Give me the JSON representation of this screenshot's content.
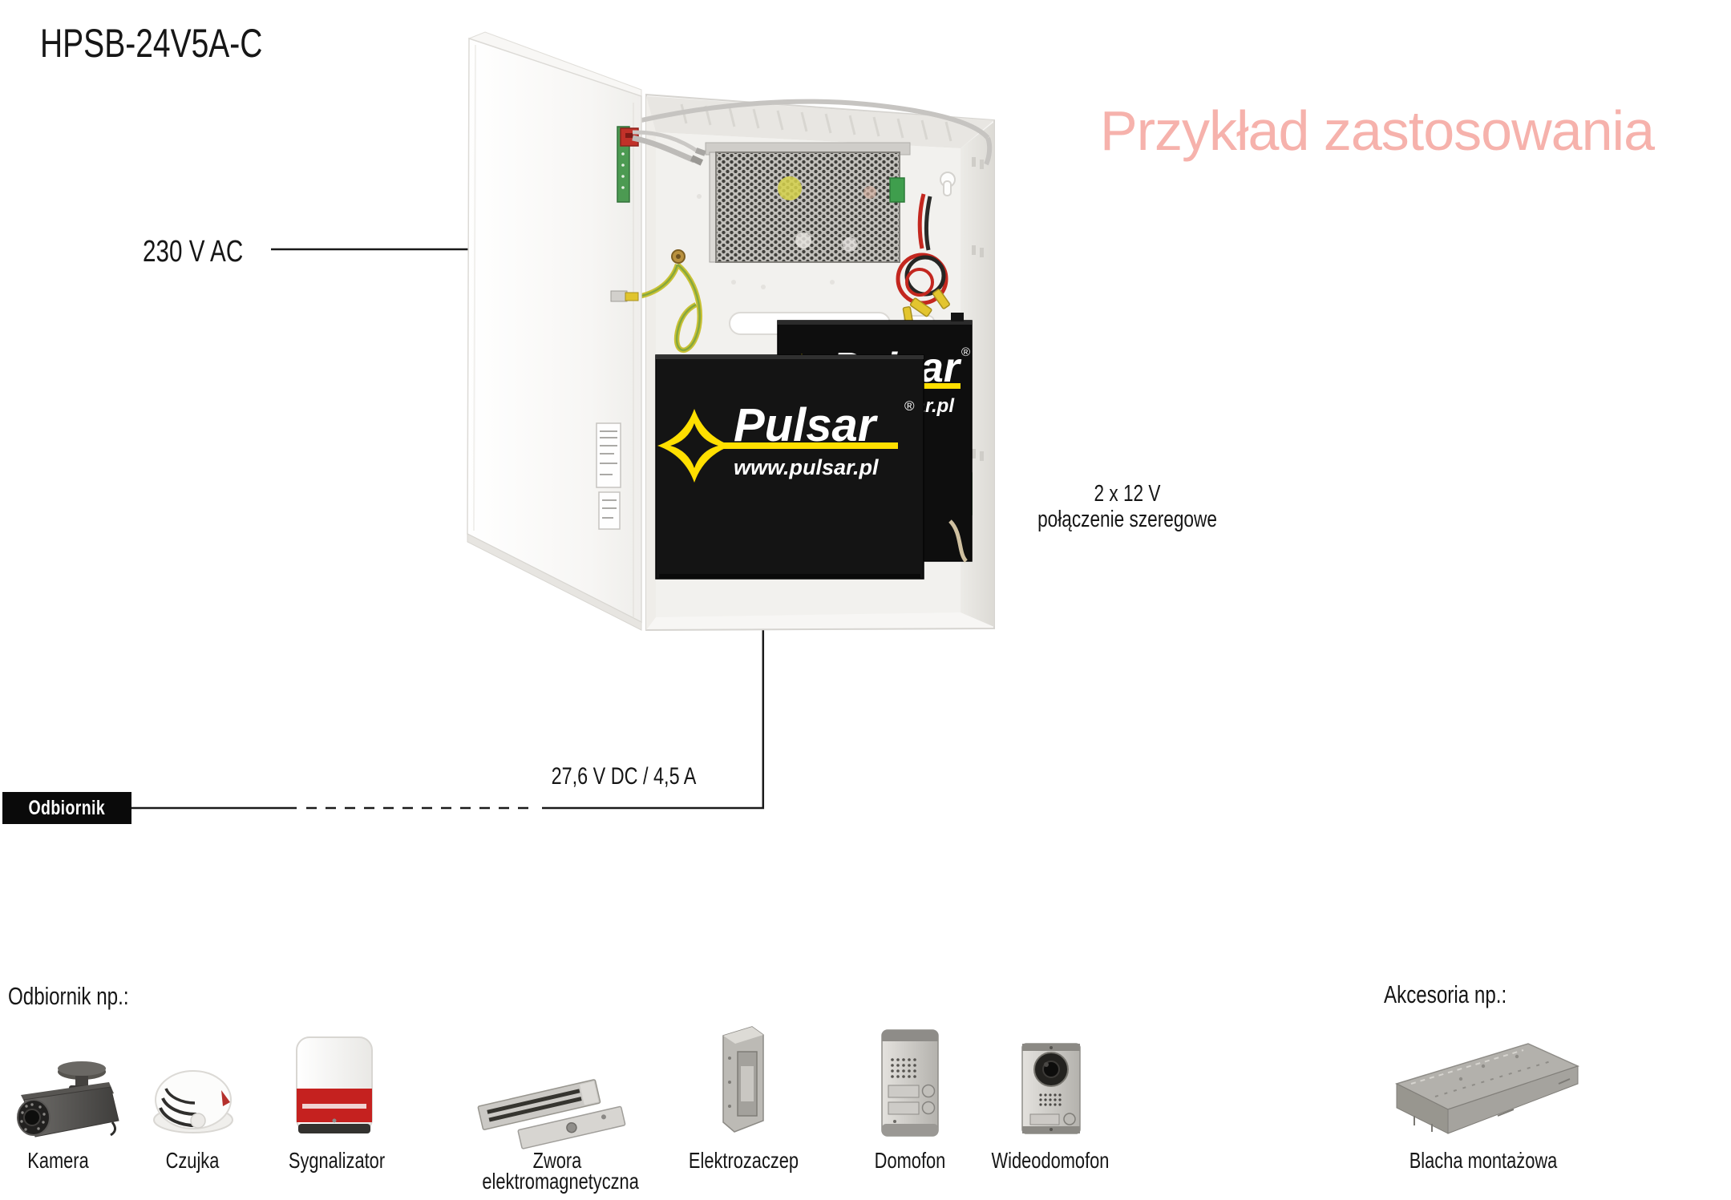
{
  "page": {
    "title": "HPSB-24V5A-C",
    "heading": "Przykład zastosowania"
  },
  "diagram": {
    "input_label": "230 V AC",
    "battery_note_line1": "2 x 12 V",
    "battery_note_line2": "połączenie szeregowe",
    "output_label": "27,6 V DC / 4,5 A",
    "receiver_badge": "Odbiornik",
    "brand": {
      "name": "Pulsar",
      "reg": "®",
      "url": "www.pulsar.pl"
    }
  },
  "receivers": {
    "heading": "Odbiornik np.:",
    "items": [
      {
        "label": "Kamera",
        "icon": "cctv-camera"
      },
      {
        "label": "Czujka",
        "icon": "smoke-detector"
      },
      {
        "label": "Sygnalizator",
        "icon": "siren"
      },
      {
        "label": "Zwora",
        "label2": "elektromagnetyczna",
        "icon": "electromagnetic-lock"
      },
      {
        "label": "Elektrozaczep",
        "icon": "electric-strike"
      },
      {
        "label": "Domofon",
        "icon": "intercom"
      },
      {
        "label": "Wideodomofon",
        "icon": "video-intercom"
      }
    ]
  },
  "accessories": {
    "heading": "Akcesoria np.:",
    "items": [
      {
        "label": "Blacha montażowa",
        "icon": "mounting-plate"
      }
    ]
  },
  "colors": {
    "accent_pink": "#f6b2ac",
    "brand_yellow": "#ffdf00",
    "badge_black": "#0a0a0a"
  }
}
